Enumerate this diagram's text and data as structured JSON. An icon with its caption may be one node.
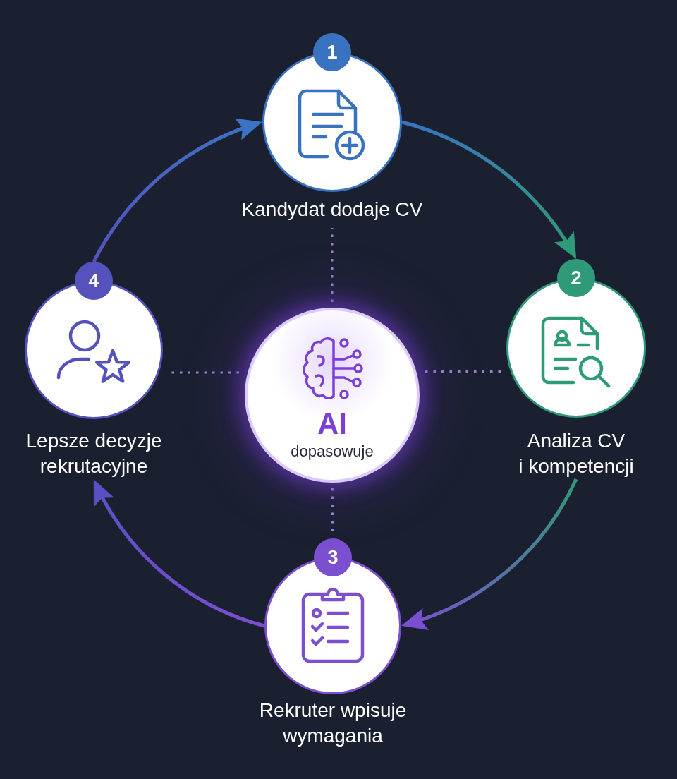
{
  "diagram": {
    "nodes": [
      {
        "text": [
          "1",
          "Kandydat dodaje CV"
        ]
      },
      {
        "text": [
          "2",
          "Analiza CV i kompetencji"
        ]
      },
      {
        "text": [
          "3",
          "Rekruter wpisuje wymagania"
        ]
      },
      {
        "text": [
          "4",
          "Lepsze decyzje rekrutacyjne"
        ]
      },
      {
        "text": [
          "AI",
          "dopasowuje"
        ]
      }
    ],
    "edges": [
      {
        "from": 0,
        "to": 1,
        "arrow": "to",
        "color": "#2e9a78"
      },
      {
        "from": 1,
        "to": 2,
        "arrow": "to",
        "color": "#7b4fd2"
      },
      {
        "from": 2,
        "to": 3,
        "arrow": "to",
        "color": "#5a50c4"
      },
      {
        "from": 3,
        "to": 0,
        "arrow": "to",
        "color": "#3a74c4"
      },
      {
        "from": 4,
        "to": 0,
        "arrow": "none",
        "style": "dashed",
        "color": "#9d80d8"
      },
      {
        "from": 4,
        "to": 1,
        "arrow": "none",
        "style": "dashed",
        "color": "#9d80d8"
      },
      {
        "from": 4,
        "to": 2,
        "arrow": "none",
        "style": "dashed",
        "color": "#9d80d8"
      },
      {
        "from": 4,
        "to": 3,
        "arrow": "none",
        "style": "dashed",
        "color": "#9d80d8"
      }
    ]
  }
}
